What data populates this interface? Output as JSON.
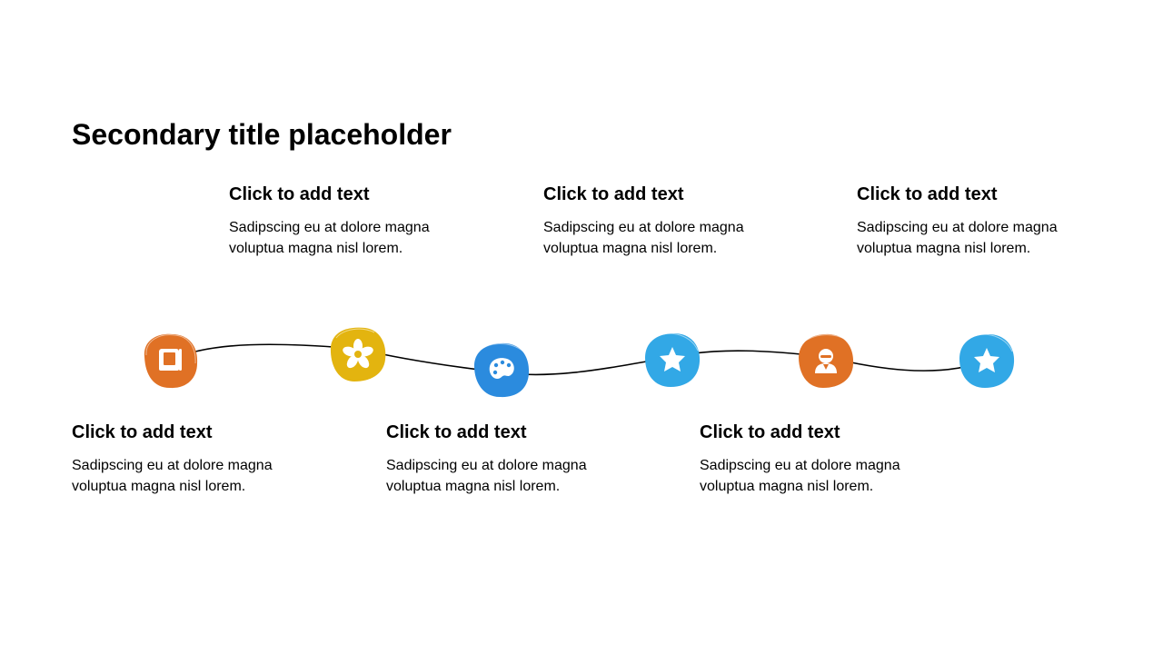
{
  "slide": {
    "title": "Secondary title placeholder"
  },
  "steps": [
    {
      "heading": "Click to add text",
      "body": "Sadipscing eu at dolore magna voluptua magna nisl lorem.",
      "icon": "book-icon",
      "color": "#E07125"
    },
    {
      "heading": "Click to add text",
      "body": "Sadipscing eu at dolore magna voluptua magna nisl lorem.",
      "icon": "flower-icon",
      "color": "#E3B40F"
    },
    {
      "heading": "Click to add text",
      "body": "Sadipscing eu at dolore magna voluptua magna nisl lorem.",
      "icon": "palette-icon",
      "color": "#2B8BDE"
    },
    {
      "heading": "Click to add text",
      "body": "Sadipscing eu at dolore magna voluptua magna nisl lorem.",
      "icon": "star-icon",
      "color": "#32A8E6"
    },
    {
      "heading": "Click to add text",
      "body": "Sadipscing eu at dolore magna voluptua magna nisl lorem.",
      "icon": "person-icon",
      "color": "#E07125"
    },
    {
      "heading": "Click to add text",
      "body": "Sadipscing eu at dolore magna voluptua magna nisl lorem.",
      "icon": "star-icon",
      "color": "#32A8E6"
    }
  ]
}
